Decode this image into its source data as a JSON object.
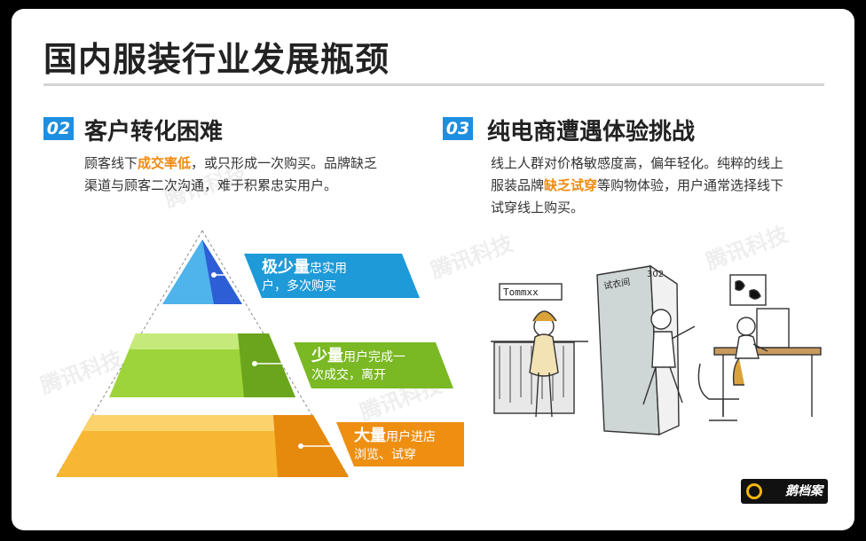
{
  "title": "国内服装行业发展瓶颈",
  "section2": {
    "badge": "02",
    "title": "客户转化困难",
    "desc_pre": "顾客线下",
    "desc_hl": "成交率低",
    "desc_line1_post": "，或只形成一次购买。品牌缺乏",
    "desc_line2": "渠道与顾客二次沟通，难于积累忠实用户。"
  },
  "section3": {
    "badge": "03",
    "title": "纯电商遭遇体验挑战",
    "desc_line1": "线上人群对价格敏感度高，偏年轻化。纯粹的线上",
    "desc_line2_pre": "服装品牌",
    "desc_hl": "缺乏试穿",
    "desc_line2_post": "等购物体验，用户通常选择线下",
    "desc_line3": "试穿线上购买。"
  },
  "pyramid": {
    "top": {
      "big": "极少量",
      "rest1": "忠实用",
      "rest2": "户，多次购买",
      "color": "#1e9ad8"
    },
    "middle": {
      "big": "少量",
      "rest1": "用户完成一",
      "rest2": "次成交，离开",
      "color": "#7ab824"
    },
    "bottom": {
      "big": "大量",
      "rest1": "用户进店",
      "rest2": "浏览、试穿",
      "color": "#ee8f12"
    }
  },
  "illustration": {
    "sign": "Tommxx",
    "door_label": "试衣间",
    "door_number": "302"
  },
  "watermark": "腾讯科技",
  "logo": "鹅档案"
}
